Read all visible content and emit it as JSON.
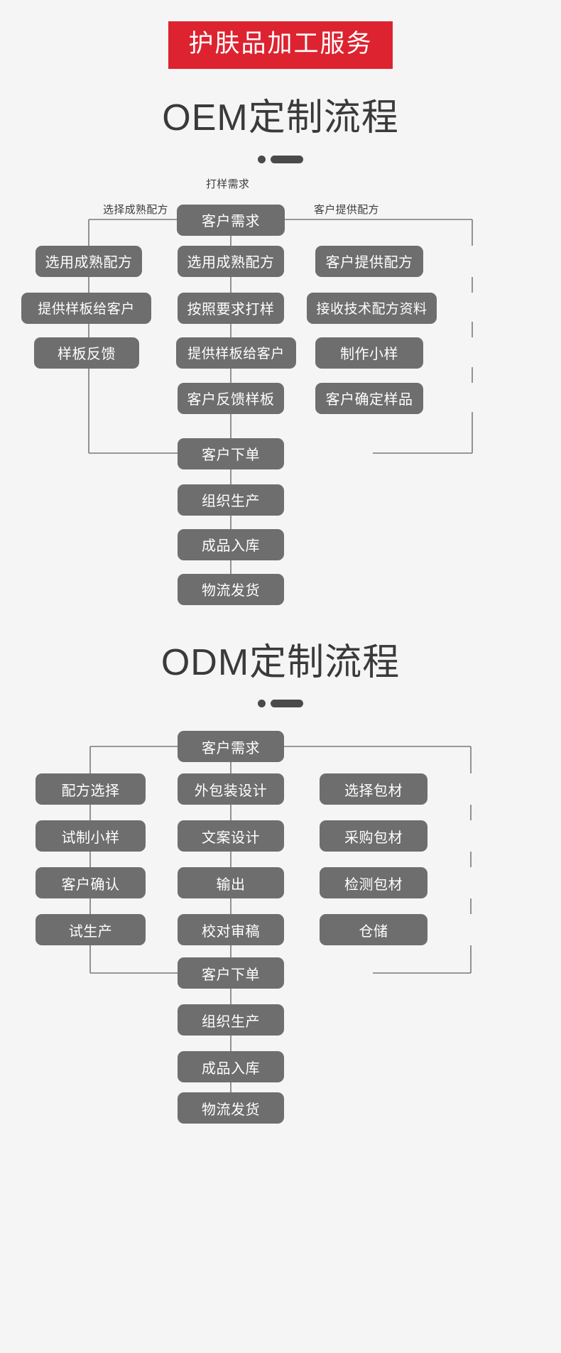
{
  "banner": {
    "text": "护肤品加工服务",
    "color": "#dd2330"
  },
  "theme": {
    "background": "#f5f5f5",
    "node_fill": "#6e6e6e",
    "node_text": "#ffffff",
    "line_color": "#7a7a7a",
    "title_color": "#3a3a3a"
  },
  "oem": {
    "title": "OEM定制流程",
    "root": "客户需求",
    "edge_labels": {
      "left": "选择成熟配方",
      "center": "打样需求",
      "right": "客户提供配方"
    },
    "columns": [
      {
        "name": "left",
        "steps": [
          "选用成熟配方",
          "提供样板给客户",
          "样板反馈"
        ]
      },
      {
        "name": "center",
        "steps": [
          "选用成熟配方",
          "按照要求打样",
          "提供样板给客户",
          "客户反馈样板"
        ]
      },
      {
        "name": "right",
        "steps": [
          "客户提供配方",
          "接收技术配方资料",
          "制作小样",
          "客户确定样品"
        ]
      }
    ],
    "merge": "客户下单",
    "tail": [
      "组织生产",
      "成品入库",
      "物流发货"
    ]
  },
  "odm": {
    "title": "ODM定制流程",
    "root": "客户需求",
    "columns": [
      {
        "name": "left",
        "steps": [
          "配方选择",
          "试制小样",
          "客户确认",
          "试生产"
        ]
      },
      {
        "name": "center",
        "steps": [
          "外包装设计",
          "文案设计",
          "输出",
          "校对审稿"
        ]
      },
      {
        "name": "right",
        "steps": [
          "选择包材",
          "采购包材",
          "检测包材",
          "仓储"
        ]
      }
    ],
    "merge": "客户下单",
    "tail": [
      "组织生产",
      "成品入库",
      "物流发货"
    ]
  }
}
